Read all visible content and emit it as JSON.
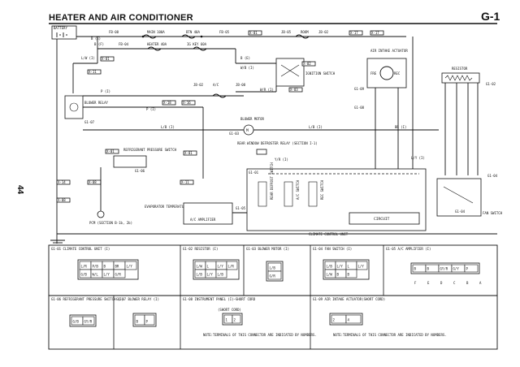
{
  "header": {
    "title": "HEATER AND AIR CONDITIONER",
    "code": "G-1"
  },
  "page_number": "44",
  "top_labels": {
    "battery": "BATTERY",
    "fb_08": "FB-08",
    "main_100a": "MAIN 100A",
    "btn_40a": "BTN 40A",
    "fb_05": "FB-05",
    "x_01_top": "X-01",
    "jb_05": "JB-05",
    "room_10a": "ROOM",
    "jb_02": "JB-02",
    "x_17": "X-17",
    "x_17b": "X-17",
    "fb_04": "FB-04",
    "heater_40a": "HEATER 40A",
    "ig_key_60a": "IG KEY 60A",
    "x_01_a": "X-01",
    "x_11": "X-11",
    "ignition_switch": "IGNITION SWITCH",
    "x_02": "X-02",
    "x_03": "X-03",
    "air_intake_actuator": "AIR INTAKE ACTUATOR",
    "fre": "FRE",
    "rec": "REC",
    "resistor": "RESISTOR",
    "g1_02": "G1-02",
    "g1_09": "G1-09",
    "g1_08": "G1-08"
  },
  "mid_labels": {
    "blower_relay": "BLOWER RELAY",
    "g1_07": "G1-07",
    "jb_02b": "JB-02",
    "ac_10a": "A/C",
    "jb_08": "JB-08",
    "x_18": "X-18",
    "x_16": "X-16",
    "blower_motor": "BLOWER MOTOR",
    "g1_03": "G1-03",
    "rear_defroster": "REAR WINDOW DEFROSTER RELAY (SECTION I-1)",
    "refrigerant_switch": "REFRIGERANT PRESSURE SWITCH",
    "g1_06": "G1-06",
    "x_01_b": "X-01",
    "x_01_c": "X-01",
    "x_08": "X-08",
    "x_11_b": "X-11",
    "x_14": "X-14",
    "x_08_b": "X-08",
    "pcm": "PCM (SECTION B-1b, 2b)",
    "evap_sensor": "EVAPORATOR TEMPERATURE SENSOR",
    "ac_amplifier": "A/C AMPLIFIER",
    "g1_05": "G1-05",
    "g1_01": "G1-01",
    "circuit": "CIRCUIT",
    "climate_control_unit": "CLIMATE CONTROL UNIT",
    "fan_switch": "FAN SWITCH",
    "g1_04": "G1-04",
    "g1_04b": "G1-04",
    "rear_defrost_sw": "REAR DEFROST SWITCH",
    "ac_switch": "A/C SWITCH",
    "rec_switch": "REC SWITCH"
  },
  "wire_codes": [
    "B (E)",
    "B (F)",
    "L/W (I)",
    "B (E)",
    "W/B (I)",
    "W/R (I)",
    "B/W (F)",
    "P (I)",
    "L/B (I)",
    "B/R (I)",
    "BR (I)",
    "P/B (I)",
    "L/Y (I)",
    "L/R (I)",
    "G/B (I)",
    "G/Y (I)",
    "GY/R (I)",
    "BR",
    "L/Y",
    "L/B",
    "L/W",
    "Y/R (I)"
  ],
  "connectors": {
    "c01": {
      "title": "G1-01 CLIMATE CONTROL UNIT (I)",
      "pins": [
        "L/R",
        "P/B",
        "B",
        "BR",
        "L/Y",
        "G/B",
        "W/L",
        "L/Y",
        "G/R"
      ]
    },
    "c02": {
      "title": "G1-02 RESISTOR (I)",
      "pins": [
        "L/W",
        "L",
        "L/Y",
        "L/R",
        "L/B",
        "L/Y",
        "L/B"
      ]
    },
    "c03": {
      "title": "G1-03 BLOWER MOTOR (I)",
      "pins": [
        "L/B",
        "G/R"
      ]
    },
    "c04": {
      "title": "G1-04 FAN SWITCH (I)",
      "pins": [
        "L/B",
        "L/Y",
        "L",
        "L/Y",
        "L/W",
        "B",
        "B"
      ]
    },
    "c05": {
      "title": "G1-05 A/C AMPLIFIER (I)",
      "pins": [
        "B",
        "B",
        "GY/R",
        "G/Y",
        "P"
      ],
      "letters": [
        "F",
        "E",
        "D",
        "C",
        "B",
        "A"
      ]
    },
    "c06": {
      "title": "G1-06 REFRIGERANT PRESSURE SWITCH (I)",
      "pins": [
        "G/B",
        "GY/R"
      ]
    },
    "c07": {
      "title": "G1-07 BLOWER RELAY (I)",
      "pins": [
        "B",
        "P"
      ]
    },
    "c08": {
      "title": "G1-08 INSTRUMENT PANEL (I)—SHORT CORD",
      "sub": "(SHORT CORD)",
      "pins": [
        "1",
        "2"
      ],
      "note": "NOTE:TERMINALS OF THIS CONNECTOR ARE INDICATED BY NUMBERS."
    },
    "c09": {
      "title": "G1-09 AIR INTAKE ACTUATOR(SHORT CORD)",
      "pins": [
        "2",
        "4"
      ],
      "note": "NOTE:TERMINALS OF THIS CONNECTOR ARE INDICATED BY NUMBERS."
    }
  }
}
